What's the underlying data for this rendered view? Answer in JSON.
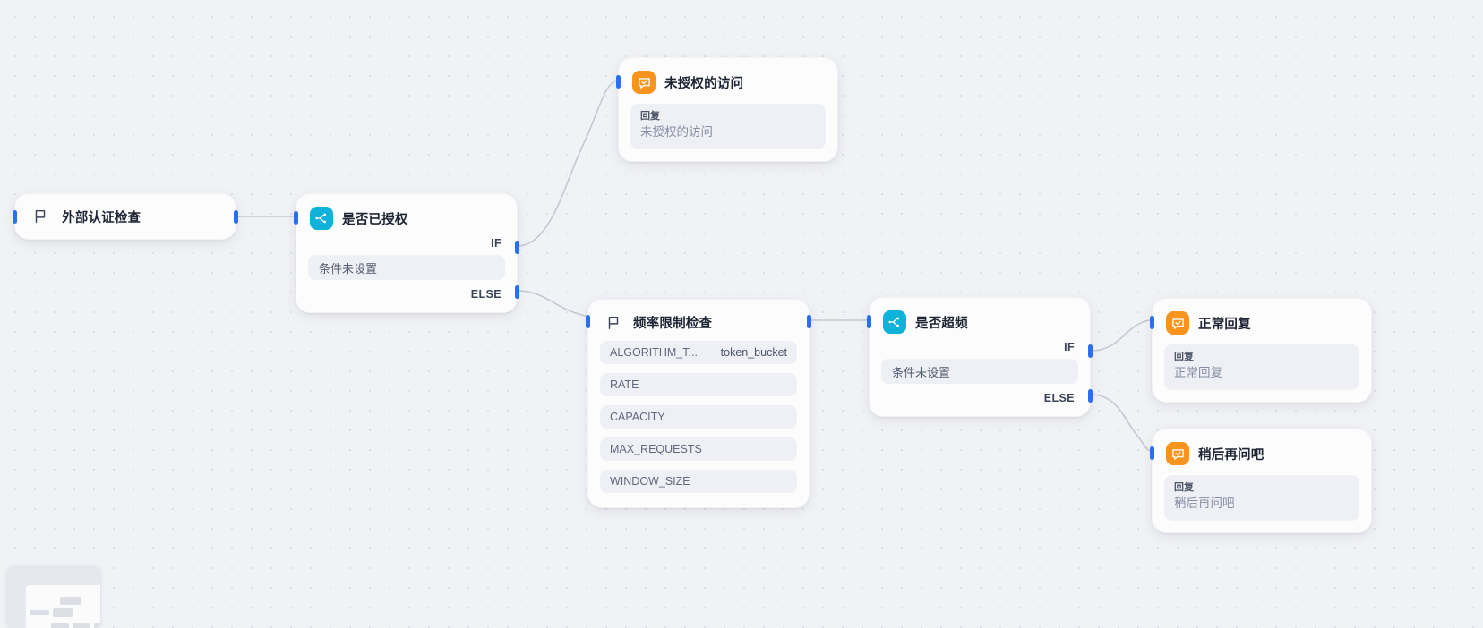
{
  "canvas": {
    "background_color": "#f1f2f6",
    "dot_color": "#dcdfe8",
    "node_bg": "#fcfcfd",
    "port_color": "#2a6ff0",
    "edge_color": "#c4c8d2",
    "branch_icon_color": "#0fb2d8",
    "answer_icon_color": "#f7941e"
  },
  "labels": {
    "if": "IF",
    "else": "ELSE",
    "reply": "回复",
    "condition_unset": "条件未设置"
  },
  "nodes": [
    {
      "id": "start",
      "type": "start",
      "icon": "flag-icon",
      "title": "外部认证检查"
    },
    {
      "id": "is-authorized",
      "type": "condition",
      "icon": "branch-icon",
      "title": "是否已授权",
      "if_label": "IF",
      "else_label": "ELSE",
      "condition_text": "条件未设置"
    },
    {
      "id": "unauthorized-access",
      "type": "answer",
      "icon": "answer-icon",
      "title": "未授权的访问",
      "reply_label": "回复",
      "reply_text": "未授权的访问"
    },
    {
      "id": "rate-limit-check",
      "type": "start",
      "icon": "flag-icon",
      "title": "频率限制检查",
      "params": [
        {
          "key": "ALGORITHM_T...",
          "value": "token_bucket"
        },
        {
          "key": "RATE",
          "value": ""
        },
        {
          "key": "CAPACITY",
          "value": ""
        },
        {
          "key": "MAX_REQUESTS",
          "value": ""
        },
        {
          "key": "WINDOW_SIZE",
          "value": ""
        }
      ]
    },
    {
      "id": "is-over-rate",
      "type": "condition",
      "icon": "branch-icon",
      "title": "是否超频",
      "if_label": "IF",
      "else_label": "ELSE",
      "condition_text": "条件未设置"
    },
    {
      "id": "normal-reply",
      "type": "answer",
      "icon": "answer-icon",
      "title": "正常回复",
      "reply_label": "回复",
      "reply_text": "正常回复"
    },
    {
      "id": "ask-later",
      "type": "answer",
      "icon": "answer-icon",
      "title": "稍后再问吧",
      "reply_label": "回复",
      "reply_text": "稍后再问吧"
    }
  ]
}
